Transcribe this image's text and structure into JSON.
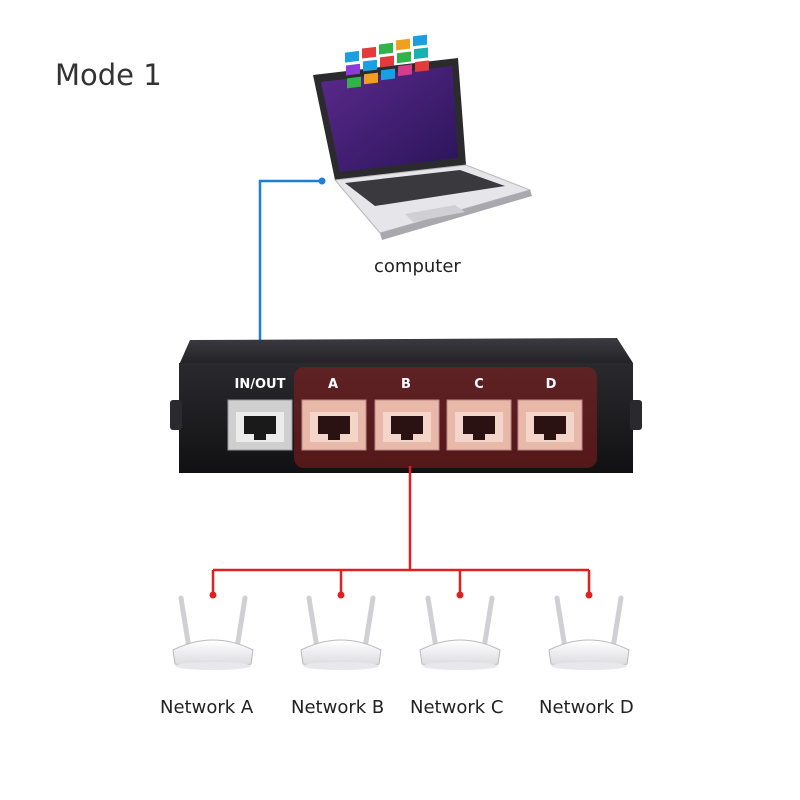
{
  "title": "Mode 1",
  "computer": {
    "label": "computer"
  },
  "switch": {
    "ports": [
      {
        "id": "inout",
        "label": "IN/OUT"
      },
      {
        "id": "a",
        "label": "A"
      },
      {
        "id": "b",
        "label": "B"
      },
      {
        "id": "c",
        "label": "C"
      },
      {
        "id": "d",
        "label": "D"
      }
    ]
  },
  "networks": [
    {
      "label": "Network A"
    },
    {
      "label": "Network B"
    },
    {
      "label": "Network C"
    },
    {
      "label": "Network D"
    }
  ],
  "colors": {
    "computer_link": "#1e7fd8",
    "network_link": "#e02020",
    "switch_body": "#1c1c1e",
    "port_highlight": "#8a1d1d"
  }
}
